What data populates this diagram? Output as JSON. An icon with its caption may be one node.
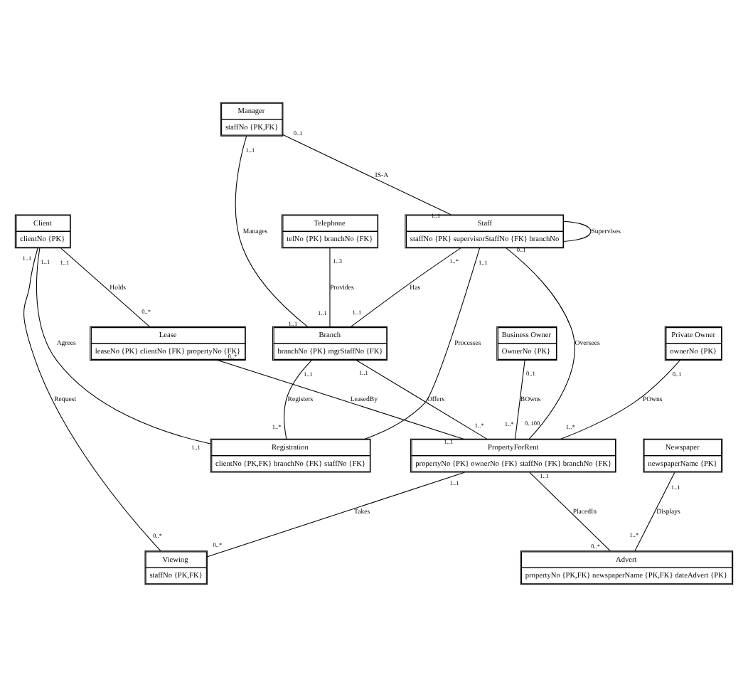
{
  "diagram": {
    "nodes": [
      {
        "text": [
          "Manager",
          "staffNo {PK,FK}"
        ]
      },
      {
        "text": [
          "Telephone",
          "telNo {PK} branchNo {FK}"
        ]
      },
      {
        "text": [
          "Staff",
          "staffNo {PK} supervisorStaffNo {FK} branchNo"
        ]
      },
      {
        "text": [
          "Branch",
          "branchNo {PK} mgrStaffNo {FK}"
        ]
      },
      {
        "text": [
          "Registration",
          "clientNo {PK,FK} branchNo {FK} staffNo {FK}"
        ]
      },
      {
        "text": [
          "Client",
          "clientNo {PK}"
        ]
      },
      {
        "text": [
          "Lease",
          "leaseNo {PK} clientNo {FK} propertyNo {FK}"
        ]
      },
      {
        "text": [
          "Viewing",
          "staffNo {PK,FK}"
        ]
      },
      {
        "text": [
          "PropertyForRent",
          "propertyNo {PK} ownerNo {FK} staffNo {FK} branchNo {FK}"
        ]
      },
      {
        "text": [
          "Advert",
          "propertyNo {PK,FK} newspaperName {PK,FK} dateAdvert {PK}"
        ]
      },
      {
        "text": [
          "Private Owner",
          "ownerNo {PK}"
        ]
      },
      {
        "text": [
          "Business Owner",
          "OwnerNo {PK}"
        ]
      },
      {
        "text": [
          "Newspaper",
          "newspaperName {PK}"
        ]
      }
    ],
    "edges": [
      {
        "from": 0,
        "to": 2,
        "arrow": "none",
        "label": "IS-A"
      },
      {
        "from": 0,
        "to": 3,
        "arrow": "none",
        "label": "Manages"
      },
      {
        "from": 2,
        "to": 2,
        "arrow": "none",
        "label": "Supervises"
      },
      {
        "from": 2,
        "to": 3,
        "arrow": "none",
        "label": "Has"
      },
      {
        "from": 1,
        "to": 3,
        "arrow": "none",
        "label": "Provides"
      },
      {
        "from": 2,
        "to": 4,
        "arrow": "none",
        "label": "Processes"
      },
      {
        "from": 3,
        "to": 4,
        "arrow": "none",
        "label": "Registers"
      },
      {
        "from": 5,
        "to": 4,
        "arrow": "none",
        "label": "Agrees"
      },
      {
        "from": 5,
        "to": 6,
        "arrow": "none",
        "label": "Holds"
      },
      {
        "from": 5,
        "to": 7,
        "arrow": "none",
        "label": "Request"
      },
      {
        "from": 2,
        "to": 8,
        "arrow": "none",
        "label": "Oversees"
      },
      {
        "from": 3,
        "to": 8,
        "arrow": "none",
        "label": "Offers"
      },
      {
        "from": 6,
        "to": 8,
        "arrow": "none",
        "label": "LeasedBy"
      },
      {
        "from": 8,
        "to": 7,
        "arrow": "none",
        "label": "Takes"
      },
      {
        "from": 8,
        "to": 9,
        "arrow": "none",
        "label": "PlacedIn"
      },
      {
        "from": 10,
        "to": 8,
        "arrow": "none",
        "label": "POwns"
      },
      {
        "from": 11,
        "to": 8,
        "arrow": "none",
        "label": "BOwns"
      },
      {
        "from": 12,
        "to": 9,
        "arrow": "none",
        "label": "Displays"
      }
    ],
    "labels": [
      "0..1",
      "1..1",
      "1..1",
      "1..1",
      "1..*",
      "1..1",
      "1..3",
      "1..1",
      "1..1",
      "1..1",
      "1..*",
      "1..1",
      "1..1",
      "1..1",
      "0..*",
      "1..1",
      "0..*",
      "0..1",
      "0..100",
      "1..1",
      "1..*",
      "0..*",
      "1..1",
      "1..1",
      "0..*",
      "1..1",
      "0..*",
      "0..1",
      "1..*",
      "0..1",
      "1..*",
      "1..1",
      "1..*"
    ]
  }
}
